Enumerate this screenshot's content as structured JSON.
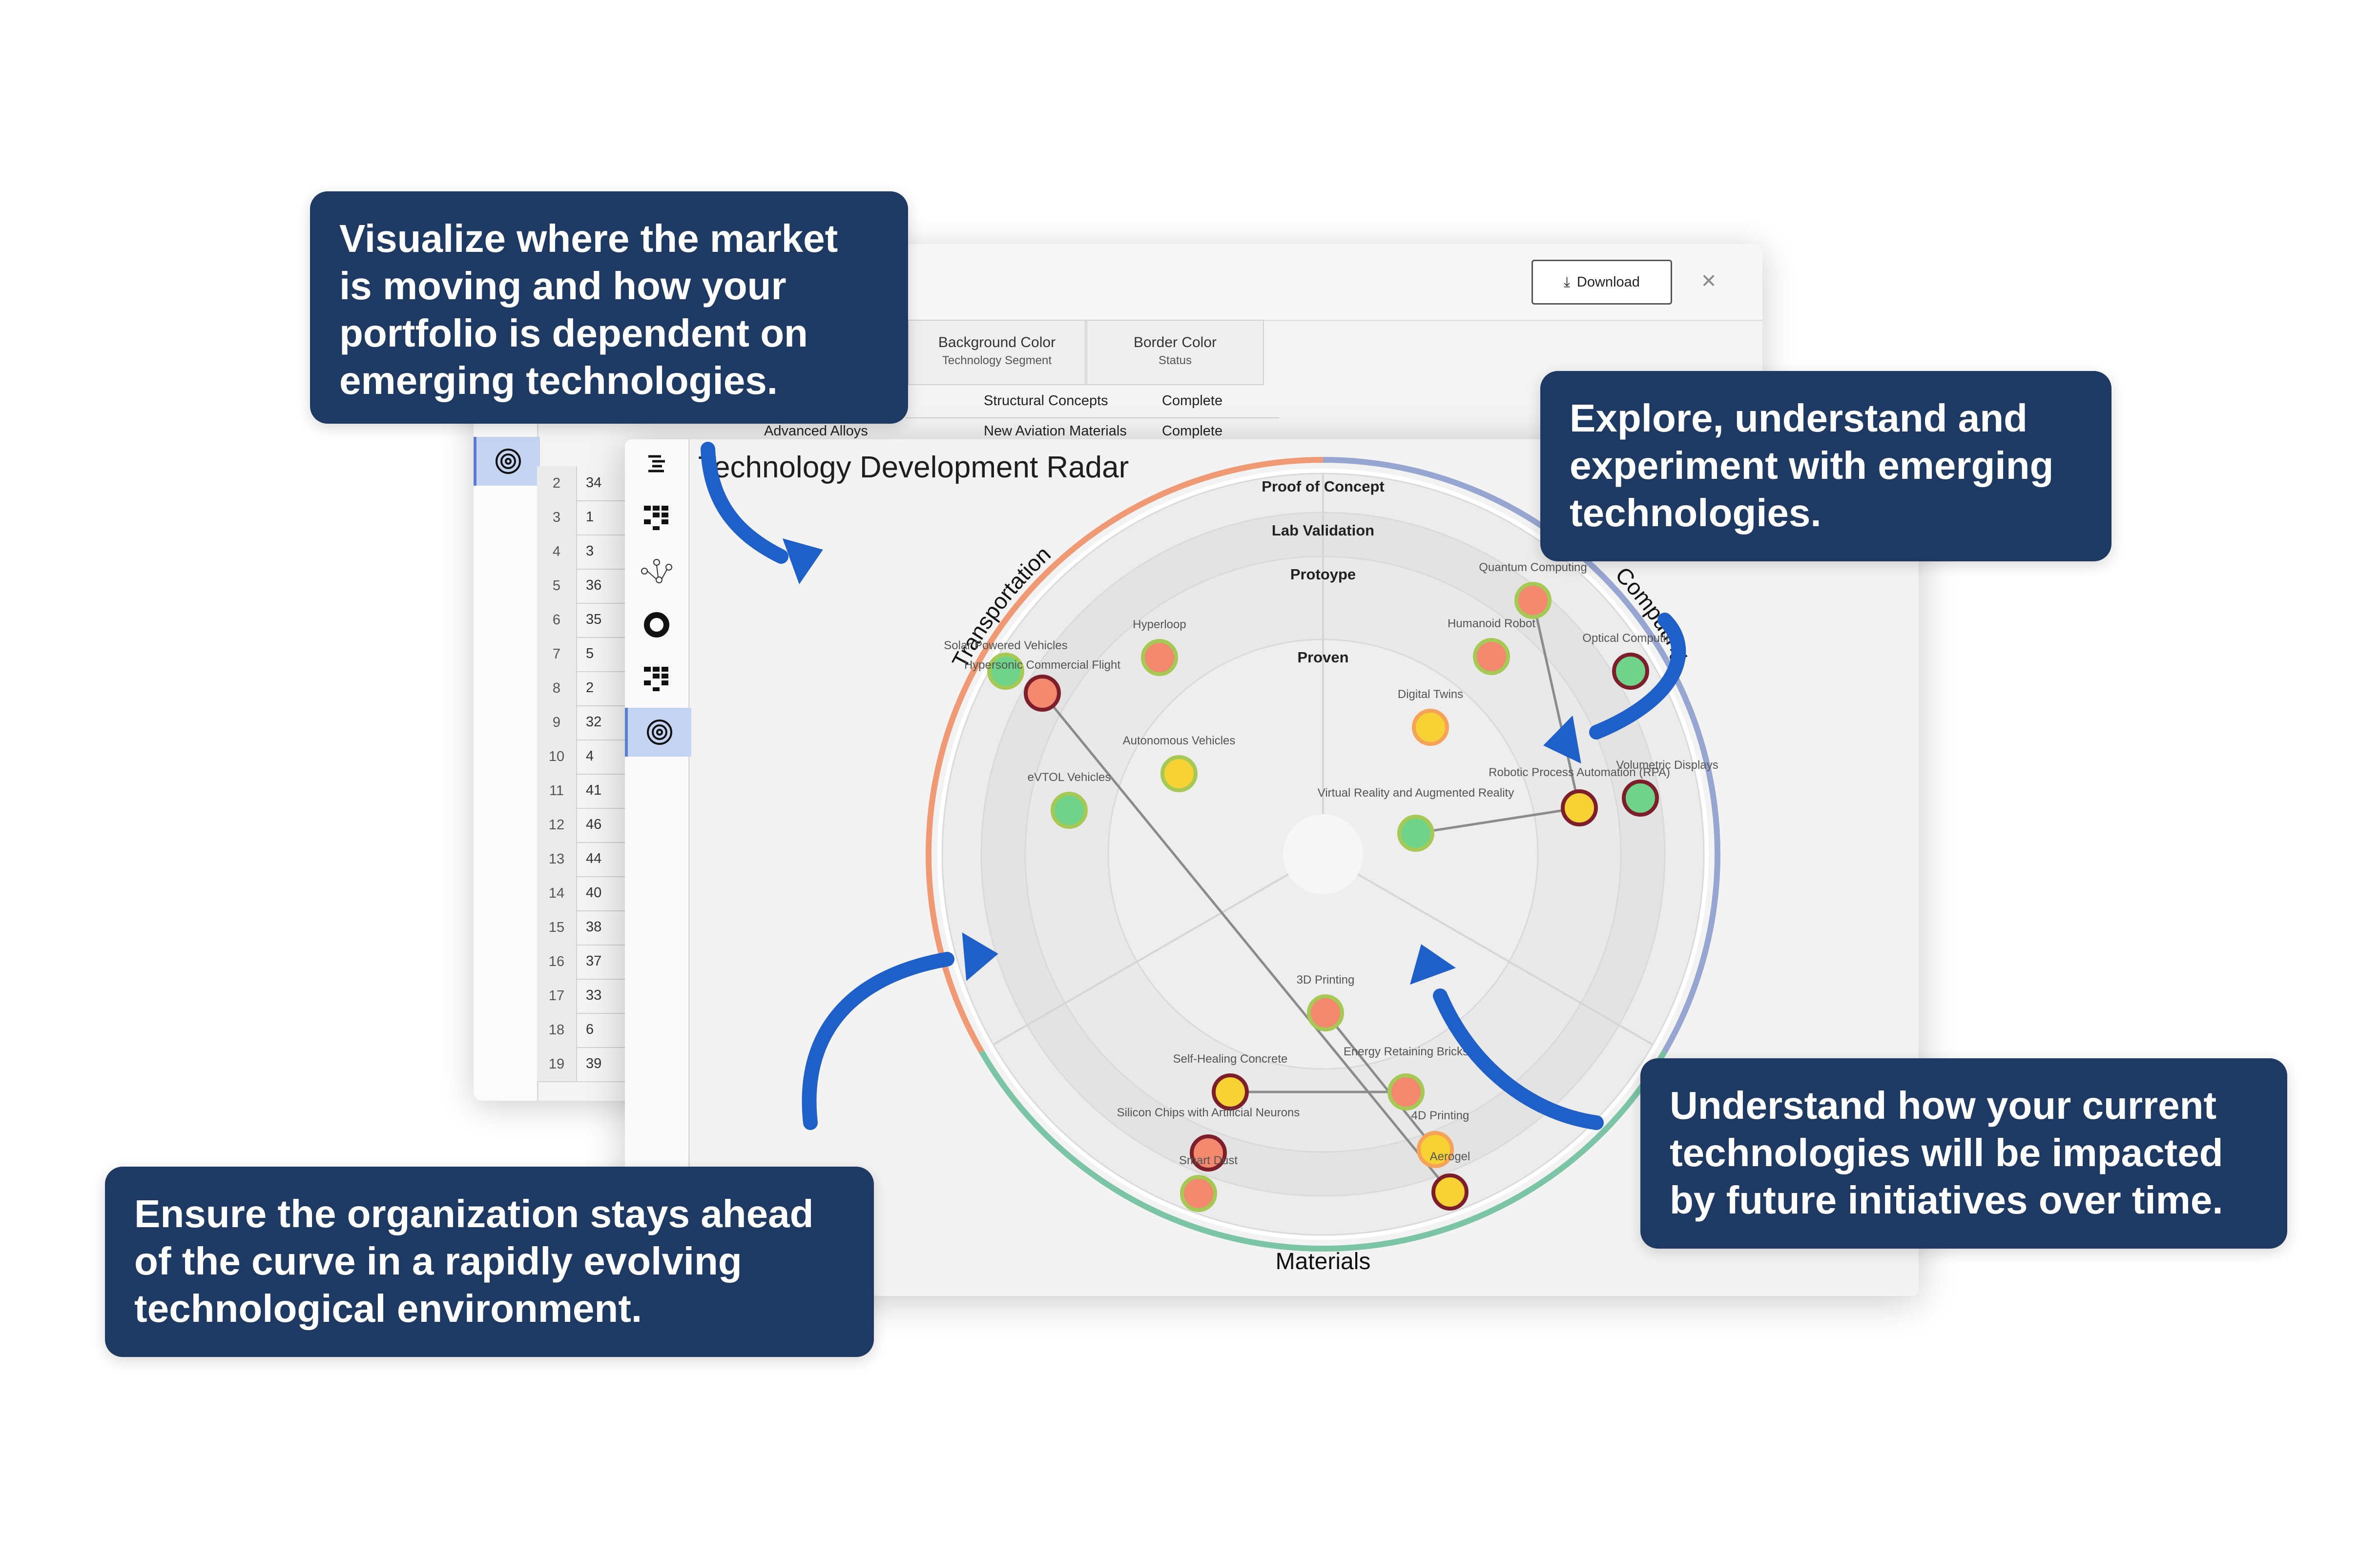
{
  "back_window": {
    "download_label": "Download",
    "close_glyph": "×",
    "column_headers": [
      {
        "title": "Background Color",
        "subtitle": "Technology Segment"
      },
      {
        "title": "Border Color",
        "subtitle": "Status"
      }
    ],
    "visible_cells": [
      {
        "partial": "n",
        "segment": "Structural Concepts",
        "status": "Complete"
      },
      {
        "partial": "Advanced Alloys",
        "segment": "New Aviation Materials",
        "status": "Complete"
      }
    ],
    "rows": [
      {
        "index": "2",
        "value": "34"
      },
      {
        "index": "3",
        "value": "1"
      },
      {
        "index": "4",
        "value": "3"
      },
      {
        "index": "5",
        "value": "36"
      },
      {
        "index": "6",
        "value": "35"
      },
      {
        "index": "7",
        "value": "5"
      },
      {
        "index": "8",
        "value": "2"
      },
      {
        "index": "9",
        "value": "32"
      },
      {
        "index": "10",
        "value": "4"
      },
      {
        "index": "11",
        "value": "41"
      },
      {
        "index": "12",
        "value": "46"
      },
      {
        "index": "13",
        "value": "44"
      },
      {
        "index": "14",
        "value": "40"
      },
      {
        "index": "15",
        "value": "38"
      },
      {
        "index": "16",
        "value": "37"
      },
      {
        "index": "17",
        "value": "33"
      },
      {
        "index": "18",
        "value": "6"
      },
      {
        "index": "19",
        "value": "39"
      }
    ]
  },
  "radar": {
    "title": "Technology Development Radar",
    "rings": [
      "Proof of Concept",
      "Lab Validation",
      "Protoype",
      "Proven"
    ],
    "segments": [
      "Transportation",
      "Computing",
      "Materials"
    ],
    "segment_colors": {
      "Transportation": "#ef9a74",
      "Computing": "#97a6d0",
      "Materials": "#7cc4a6"
    },
    "status_colors": {
      "green": "#6fd38a",
      "salmon": "#f4886e",
      "yellow": "#f7d234",
      "orange": "#f6a35a"
    },
    "border_colors": {
      "light": "#a6c955",
      "dark": "#7d1f2a"
    },
    "blips": [
      {
        "label": "Solar Powered Vehicles",
        "fill": "green",
        "border": "light"
      },
      {
        "label": "Hypersonic Commercial Flight",
        "fill": "salmon",
        "border": "dark"
      },
      {
        "label": "Hyperloop",
        "fill": "salmon",
        "border": "light"
      },
      {
        "label": "Autonomous Vehicles",
        "fill": "yellow",
        "border": "light"
      },
      {
        "label": "eVTOL Vehicles",
        "fill": "green",
        "border": "light"
      },
      {
        "label": "Quantum Computing",
        "fill": "salmon",
        "border": "light"
      },
      {
        "label": "Humanoid Robot",
        "fill": "salmon",
        "border": "light"
      },
      {
        "label": "Optical Computing",
        "fill": "green",
        "border": "dark"
      },
      {
        "label": "Digital Twins",
        "fill": "yellow",
        "border": "orange"
      },
      {
        "label": "Robotic Process Automation (RPA)",
        "fill": "yellow",
        "border": "dark"
      },
      {
        "label": "Volumetric Displays",
        "fill": "green",
        "border": "dark"
      },
      {
        "label": "Virtual Reality and Augmented Reality",
        "fill": "green",
        "border": "light"
      },
      {
        "label": "3D Printing",
        "fill": "salmon",
        "border": "light"
      },
      {
        "label": "Energy Retaining Bricks",
        "fill": "salmon",
        "border": "light"
      },
      {
        "label": "Self-Healing Concrete",
        "fill": "yellow",
        "border": "dark"
      },
      {
        "label": "Silicon Chips with Artificial Neurons",
        "fill": "salmon",
        "border": "dark"
      },
      {
        "label": "4D Printing",
        "fill": "yellow",
        "border": "orange"
      },
      {
        "label": "Smart Dust",
        "fill": "salmon",
        "border": "light"
      },
      {
        "label": "Aerogel",
        "fill": "yellow",
        "border": "dark"
      }
    ]
  },
  "callouts": {
    "top_left": "Visualize where the market is moving and how your portfolio is dependent on emerging technologies.",
    "top_right": "Explore, understand and experiment with emerging technologies.",
    "bottom_left": "Ensure the organization stays ahead of the curve in a rapidly evolving technological environment.",
    "bottom_right": "Understand how your current technologies will be impacted by future initiatives over time."
  },
  "colors": {
    "callout_bg": "#1e3a63",
    "arrow": "#1f5fc8"
  }
}
